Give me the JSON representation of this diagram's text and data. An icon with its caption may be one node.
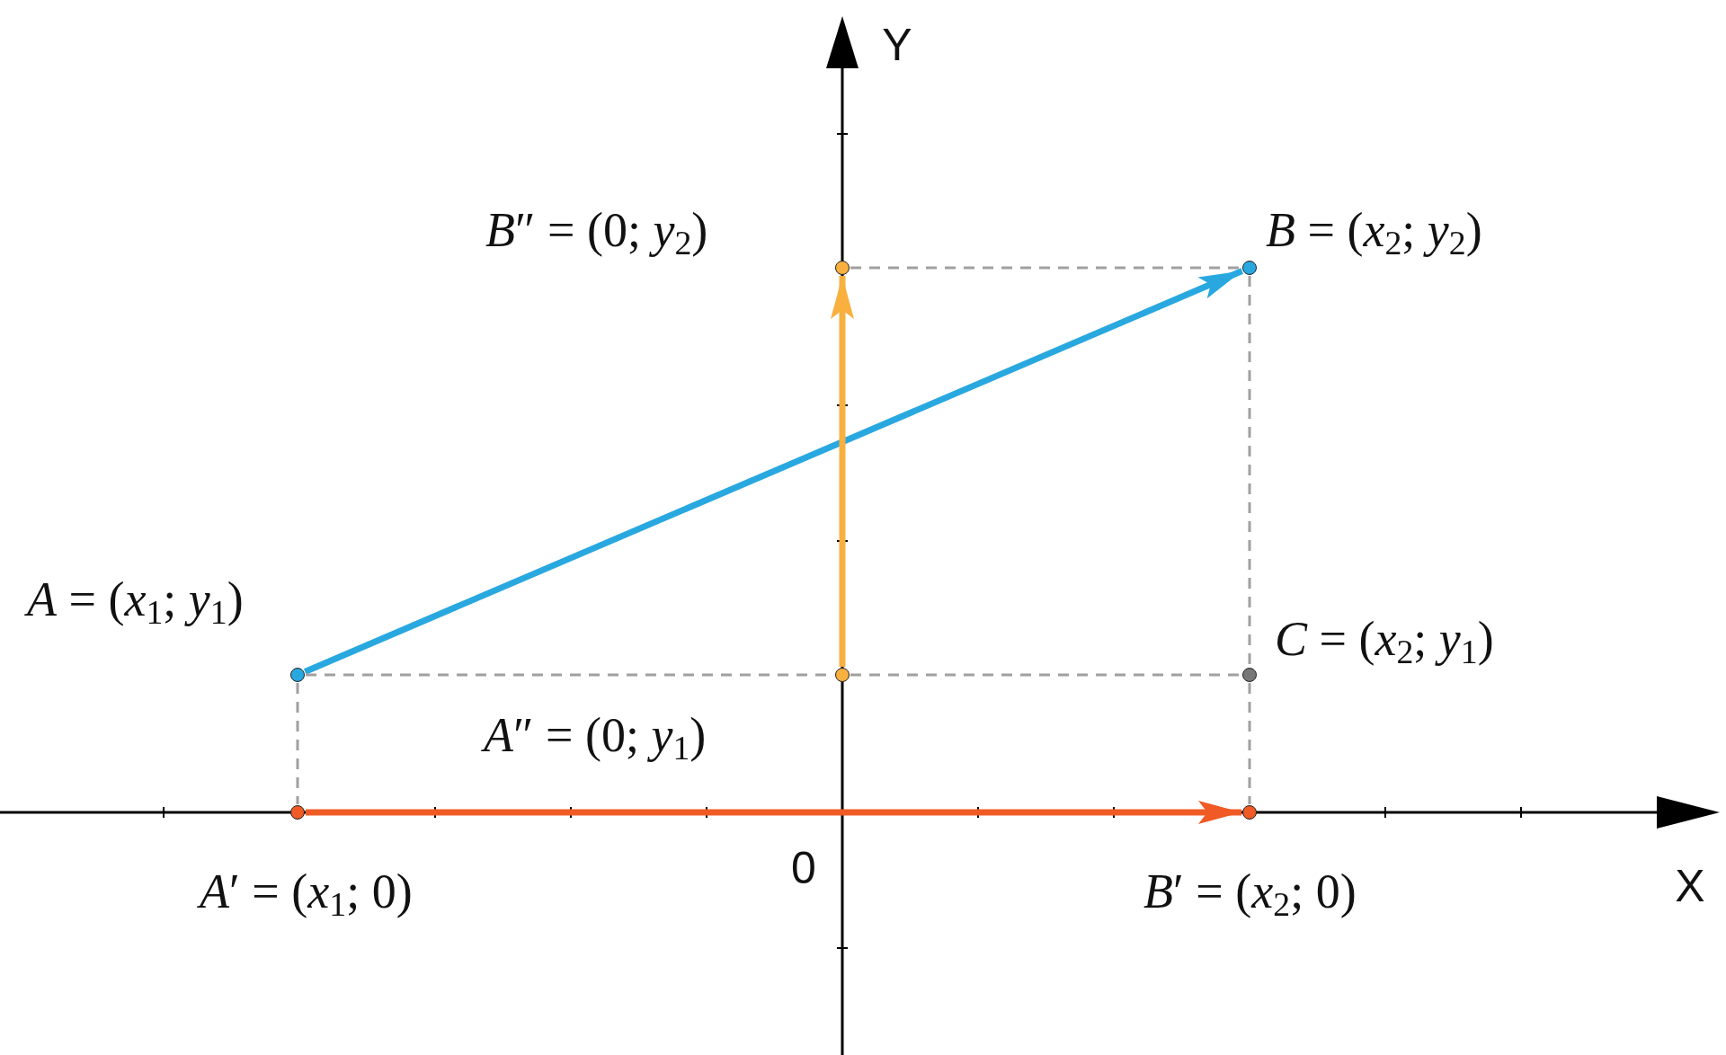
{
  "diagram": {
    "nodes": [
      {
        "text": [
          "*A* = (*x*$_{1}$;  *y*$_{1}$)"
        ]
      },
      {
        "text": [
          "*B*″ = (0;  *y*$_{2}$)"
        ]
      },
      {
        "text": [
          "*B* = (*x*$_{2}$;  *y*$_{2}$)"
        ]
      },
      {
        "text": [
          "*C* = (*x*$_{2}$;  *y*$_{1}$)"
        ]
      },
      {
        "text": [
          "*A*″ = (0;  *y*$_{1}$)"
        ]
      },
      {
        "text": [
          "*A*′ = (*x*$_{1}$;  0)"
        ]
      },
      {
        "text": [
          "*B*′ = (*x*$_{2}$;  0)"
        ]
      }
    ],
    "edges": [
      {
        "from": 0,
        "to": 2,
        "arrow": "to",
        "style": "thick",
        "color": "#29a8e0"
      },
      {
        "from": 4,
        "to": 1,
        "arrow": "to",
        "style": "thick",
        "color": "#f9b03f"
      },
      {
        "from": 5,
        "to": 6,
        "arrow": "to",
        "style": "thick",
        "color": "#f05a24"
      },
      {
        "from": 0,
        "to": 4,
        "arrow": "none",
        "style": "dashed"
      },
      {
        "from": 4,
        "to": 3,
        "arrow": "none",
        "style": "dashed"
      },
      {
        "from": 1,
        "to": 2,
        "arrow": "none",
        "style": "dashed"
      },
      {
        "from": 2,
        "to": 3,
        "arrow": "none",
        "style": "dashed"
      },
      {
        "from": 3,
        "to": 6,
        "arrow": "none",
        "style": "dashed"
      },
      {
        "from": 0,
        "to": 5,
        "arrow": "none",
        "style": "dashed"
      }
    ],
    "labels": [
      "Y",
      "0",
      "X"
    ]
  }
}
